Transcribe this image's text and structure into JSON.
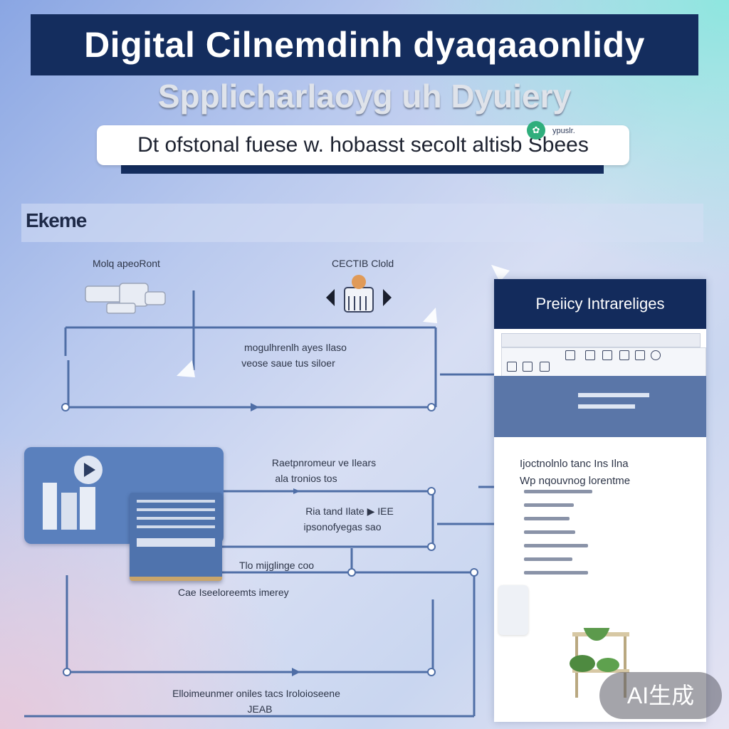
{
  "header": {
    "title": "Digital Cilnemdinh dyaqaaonlidy",
    "subtitle": "Spplicharlaoyg uh Dyuiery",
    "tagline": "Dt ofstonal fuese w. hobasst secolt altisb Sbees",
    "tag_note": "ypuslr."
  },
  "section": {
    "label": "Ekeme"
  },
  "nodes": {
    "top_left_label": "Molq apeoRont",
    "top_right_label": "CECTIB Clold",
    "box1_line1": "mogulhrenlh ayes Ilaso",
    "box1_line2": "veose saue tus siloer",
    "box2_line1": "Raetpnromeur ve Ilears",
    "box2_line2": "ala tronios tos",
    "box2_line3": "Ria tand Ilate ▶ IEE",
    "box2_line4": "ipsonofyegas sao",
    "mid_label": "Tlo mijglinge coo",
    "lower_label": "Cae Iseeloreemts imerey",
    "bottom_line1": "Elloimeunmer oniles tacs Iroloioseene",
    "bottom_line2": "JEAB"
  },
  "panel": {
    "title": "Preiicy Intrareliges",
    "list_line1": "Ijoctnolnlo tanc Ins Ilna",
    "list_line2": "Wp nqouvnog lorentme"
  },
  "badge": {
    "label": "AI生成"
  },
  "colors": {
    "navy": "#142d5e",
    "accent_blue": "#5a80bd",
    "line_blue": "#4f6ea6"
  }
}
